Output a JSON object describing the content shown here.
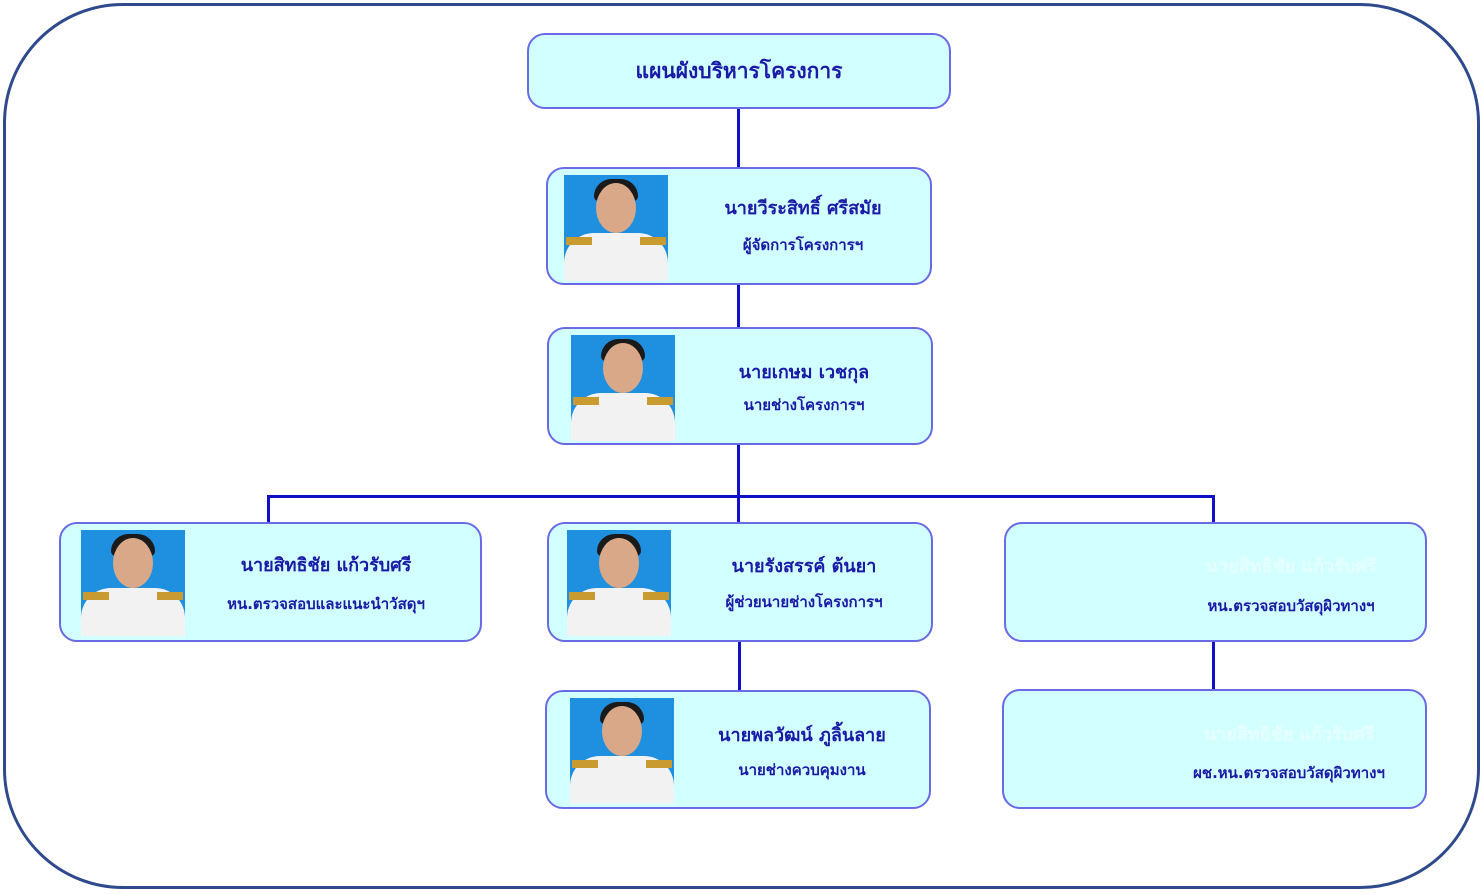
{
  "title": "แผนผังบริหารโครงการ",
  "nodes": [
    {
      "name": "นายวีระสิทธิ์  ศรีสมัย",
      "role": "ผู้จัดการโครงการฯ"
    },
    {
      "name": "นายเกษม  เวชกุล",
      "role": "นายช่างโครงการฯ"
    },
    {
      "name": "นายสิทธิชัย แก้วรับศรี",
      "role": "หน.ตรวจสอบและแนะนำวัสดุฯ"
    },
    {
      "name": "นายรังสรรค์  ต้นยา",
      "role": "ผู้ช่วยนายช่างโครงการฯ"
    },
    {
      "name": "นายสิทธิชัย แก้วรับศรี",
      "role": "หน.ตรวจสอบวัสดุผิวทางฯ"
    },
    {
      "name": "นายพลวัฒน์  ภูลิ้นลาย",
      "role": "นายช่างควบคุมงาน"
    },
    {
      "name": "นายสิทธิชัย แก้วรับศรี",
      "role": "ผช.หน.ตรวจสอบวัสดุผิวทางฯ"
    }
  ]
}
